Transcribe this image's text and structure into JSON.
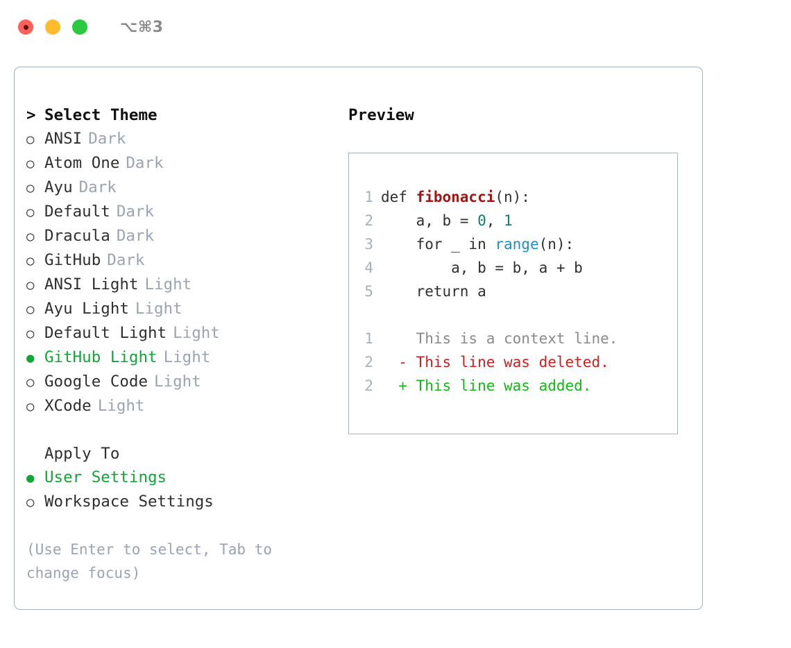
{
  "window": {
    "shortcut": "⌥⌘3",
    "traffic_lights": [
      "close",
      "minimize",
      "maximize"
    ]
  },
  "theme_panel": {
    "title": "Select Theme",
    "caret": ">",
    "marker_unselected": "○",
    "marker_selected": "●",
    "items": [
      {
        "label": "ANSI",
        "tag": "Dark",
        "selected": false
      },
      {
        "label": "Atom One",
        "tag": "Dark",
        "selected": false
      },
      {
        "label": "Ayu",
        "tag": "Dark",
        "selected": false
      },
      {
        "label": "Default",
        "tag": "Dark",
        "selected": false
      },
      {
        "label": "Dracula",
        "tag": "Dark",
        "selected": false
      },
      {
        "label": "GitHub",
        "tag": "Dark",
        "selected": false
      },
      {
        "label": "ANSI Light",
        "tag": "Light",
        "selected": false
      },
      {
        "label": "Ayu Light",
        "tag": "Light",
        "selected": false
      },
      {
        "label": "Default Light",
        "tag": "Light",
        "selected": false
      },
      {
        "label": "GitHub Light",
        "tag": "Light",
        "selected": true
      },
      {
        "label": "Google Code",
        "tag": "Light",
        "selected": false
      },
      {
        "label": "XCode",
        "tag": "Light",
        "selected": false
      }
    ],
    "apply_to": {
      "heading": "Apply To",
      "options": [
        {
          "label": "User Settings",
          "selected": true
        },
        {
          "label": "Workspace Settings",
          "selected": false
        }
      ]
    },
    "hint": "(Use Enter to select, Tab to change focus)"
  },
  "preview": {
    "title": "Preview",
    "code_lines": [
      {
        "n": "1",
        "segments": [
          {
            "t": "def ",
            "k": "plain"
          },
          {
            "t": "fibonacci",
            "k": "fn"
          },
          {
            "t": "(n):",
            "k": "plain"
          }
        ]
      },
      {
        "n": "2",
        "segments": [
          {
            "t": "    a, b = ",
            "k": "plain"
          },
          {
            "t": "0",
            "k": "num"
          },
          {
            "t": ", ",
            "k": "plain"
          },
          {
            "t": "1",
            "k": "num"
          }
        ]
      },
      {
        "n": "3",
        "segments": [
          {
            "t": "    for _ in ",
            "k": "plain"
          },
          {
            "t": "range",
            "k": "call"
          },
          {
            "t": "(n):",
            "k": "plain"
          }
        ]
      },
      {
        "n": "4",
        "segments": [
          {
            "t": "        a, b = b, a + b",
            "k": "plain"
          }
        ]
      },
      {
        "n": "5",
        "segments": [
          {
            "t": "    return a",
            "k": "plain"
          }
        ]
      }
    ],
    "diff_lines": [
      {
        "n": "1",
        "sign": " ",
        "text": "This is a context line.",
        "kind": "ctx"
      },
      {
        "n": "2",
        "sign": "-",
        "text": "This line was deleted.",
        "kind": "del"
      },
      {
        "n": "2",
        "sign": "+",
        "text": "This line was added.",
        "kind": "add"
      }
    ]
  },
  "colors": {
    "accent_green": "#13a538",
    "muted": "#9aa4b2",
    "border": "#a7b0bd",
    "diff_delete": "#cc2020",
    "diff_add": "#14b814",
    "syntax_function": "#a31515",
    "syntax_call": "#1f8fbf",
    "syntax_number": "#0f7b75"
  }
}
